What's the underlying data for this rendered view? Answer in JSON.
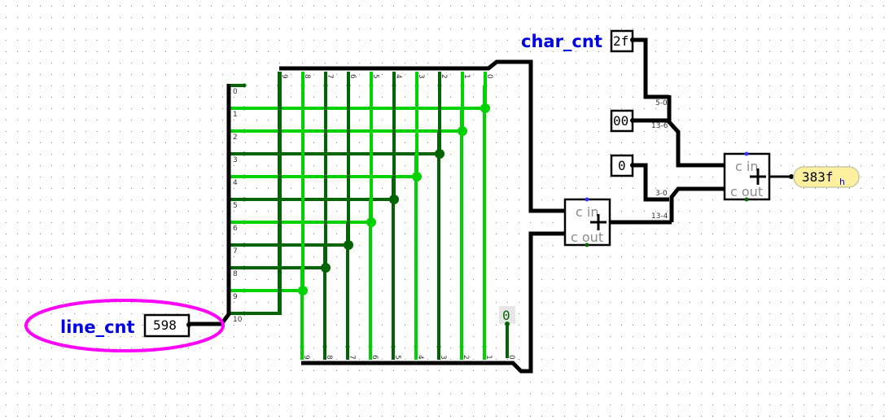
{
  "colors": {
    "wire_one": "#00d200",
    "wire_zero": "#006400",
    "bus": "#000000",
    "label_blue": "#0000e6",
    "ellipse": "#ff00ff",
    "probe_fill": "#fff0a0",
    "probe_stroke": "#c8c8a0",
    "grid_dot": "#808080",
    "cin_dot": "#3232ff",
    "cout_dot": "#006400",
    "const_bg": "#e6e6e6"
  },
  "line_cnt": {
    "label": "line_cnt",
    "value": "598",
    "bits": [
      0,
      1,
      1,
      0,
      1,
      0,
      1,
      0,
      0,
      1,
      0
    ],
    "row_labels": [
      "0",
      "1",
      "2",
      "3",
      "4",
      "5",
      "6",
      "7",
      "8",
      "9",
      "10"
    ]
  },
  "top_splitter": {
    "bit_labels": [
      "9",
      "8",
      "7",
      "6",
      "5",
      "4",
      "3",
      "2",
      "1",
      "0"
    ],
    "bits_by_label": {
      "9": 0,
      "8": 1,
      "7": 0,
      "6": 0,
      "5": 1,
      "4": 0,
      "3": 1,
      "2": 0,
      "1": 1,
      "0": 1
    }
  },
  "bottom_splitter": {
    "bit_labels": [
      "9",
      "8",
      "7",
      "6",
      "5",
      "4",
      "3",
      "2",
      "1",
      "0"
    ],
    "bits_by_label": {
      "9": 1,
      "8": 0,
      "7": 0,
      "6": 1,
      "5": 0,
      "4": 1,
      "3": 0,
      "2": 1,
      "1": 1,
      "0": 0
    }
  },
  "zero_constant": {
    "value": "0"
  },
  "char_cnt": {
    "label": "char_cnt",
    "value": "2f"
  },
  "const_00": {
    "value": "00"
  },
  "const_0": {
    "value": "0"
  },
  "splitter_upper": {
    "labels": [
      "5-0",
      "13-6"
    ]
  },
  "splitter_lower": {
    "labels": [
      "3-0",
      "13-4"
    ]
  },
  "adder1": {
    "cin_label": "c in",
    "cout_label": "c out",
    "op": "+"
  },
  "adder2": {
    "cin_label": "c in",
    "cout_label": "c out",
    "op": "+"
  },
  "output_probe": {
    "value": "383f",
    "suffix": "h"
  }
}
